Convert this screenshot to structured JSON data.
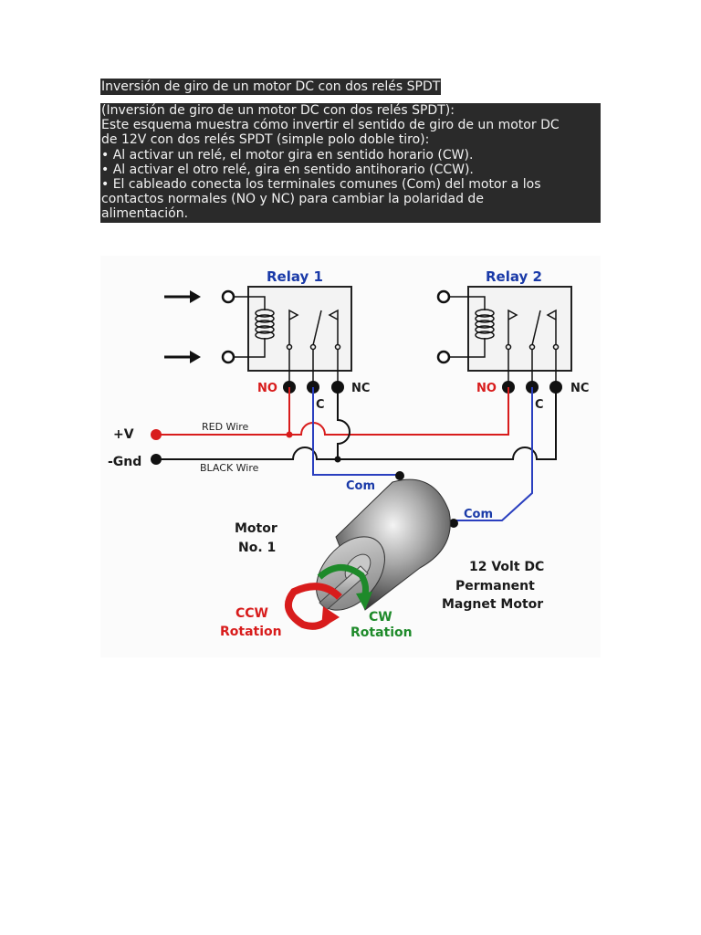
{
  "title": "Inversión de giro de un motor DC con dos relés SPDT",
  "description_lines": [
    "(Inversión de giro de un motor DC con dos relés SPDT):",
    "Este esquema muestra cómo invertir el sentido de giro de un motor DC",
    "de 12V con dos relés SPDT (simple polo doble tiro):",
    "• Al activar un relé, el motor gira en sentido horario (CW).",
    "• Al activar el otro relé, gira en sentido antihorario (CCW).",
    "• El cableado conecta los terminales comunes (Com) del motor a los",
    "contactos normales (NO y NC) para cambiar la polaridad de",
    "alimentación."
  ],
  "diagram": {
    "relay1_label": "Relay 1",
    "relay2_label": "Relay 2",
    "no_label": "NO",
    "nc_label": "NC",
    "c_label": "C",
    "plus_v_label": "+V",
    "gnd_label": "-Gnd",
    "red_wire_label": "RED Wire",
    "black_wire_label": "BLACK Wire",
    "com_label": "Com",
    "motor_name_line1": "Motor",
    "motor_name_line2": "No. 1",
    "motor_desc_line1": "12 Volt DC",
    "motor_desc_line2": "Permanent",
    "motor_desc_line3": "Magnet Motor",
    "ccw_line1": "CCW",
    "ccw_line2": "Rotation",
    "cw_line1": "CW",
    "cw_line2": "Rotation",
    "colors": {
      "red_wire": "#d81c1c",
      "black_wire": "#111111",
      "blue_wire": "#2a3fbf",
      "label_blue": "#1a3aa8",
      "label_red": "#d81c1c",
      "label_green": "#1e8a2a"
    }
  }
}
